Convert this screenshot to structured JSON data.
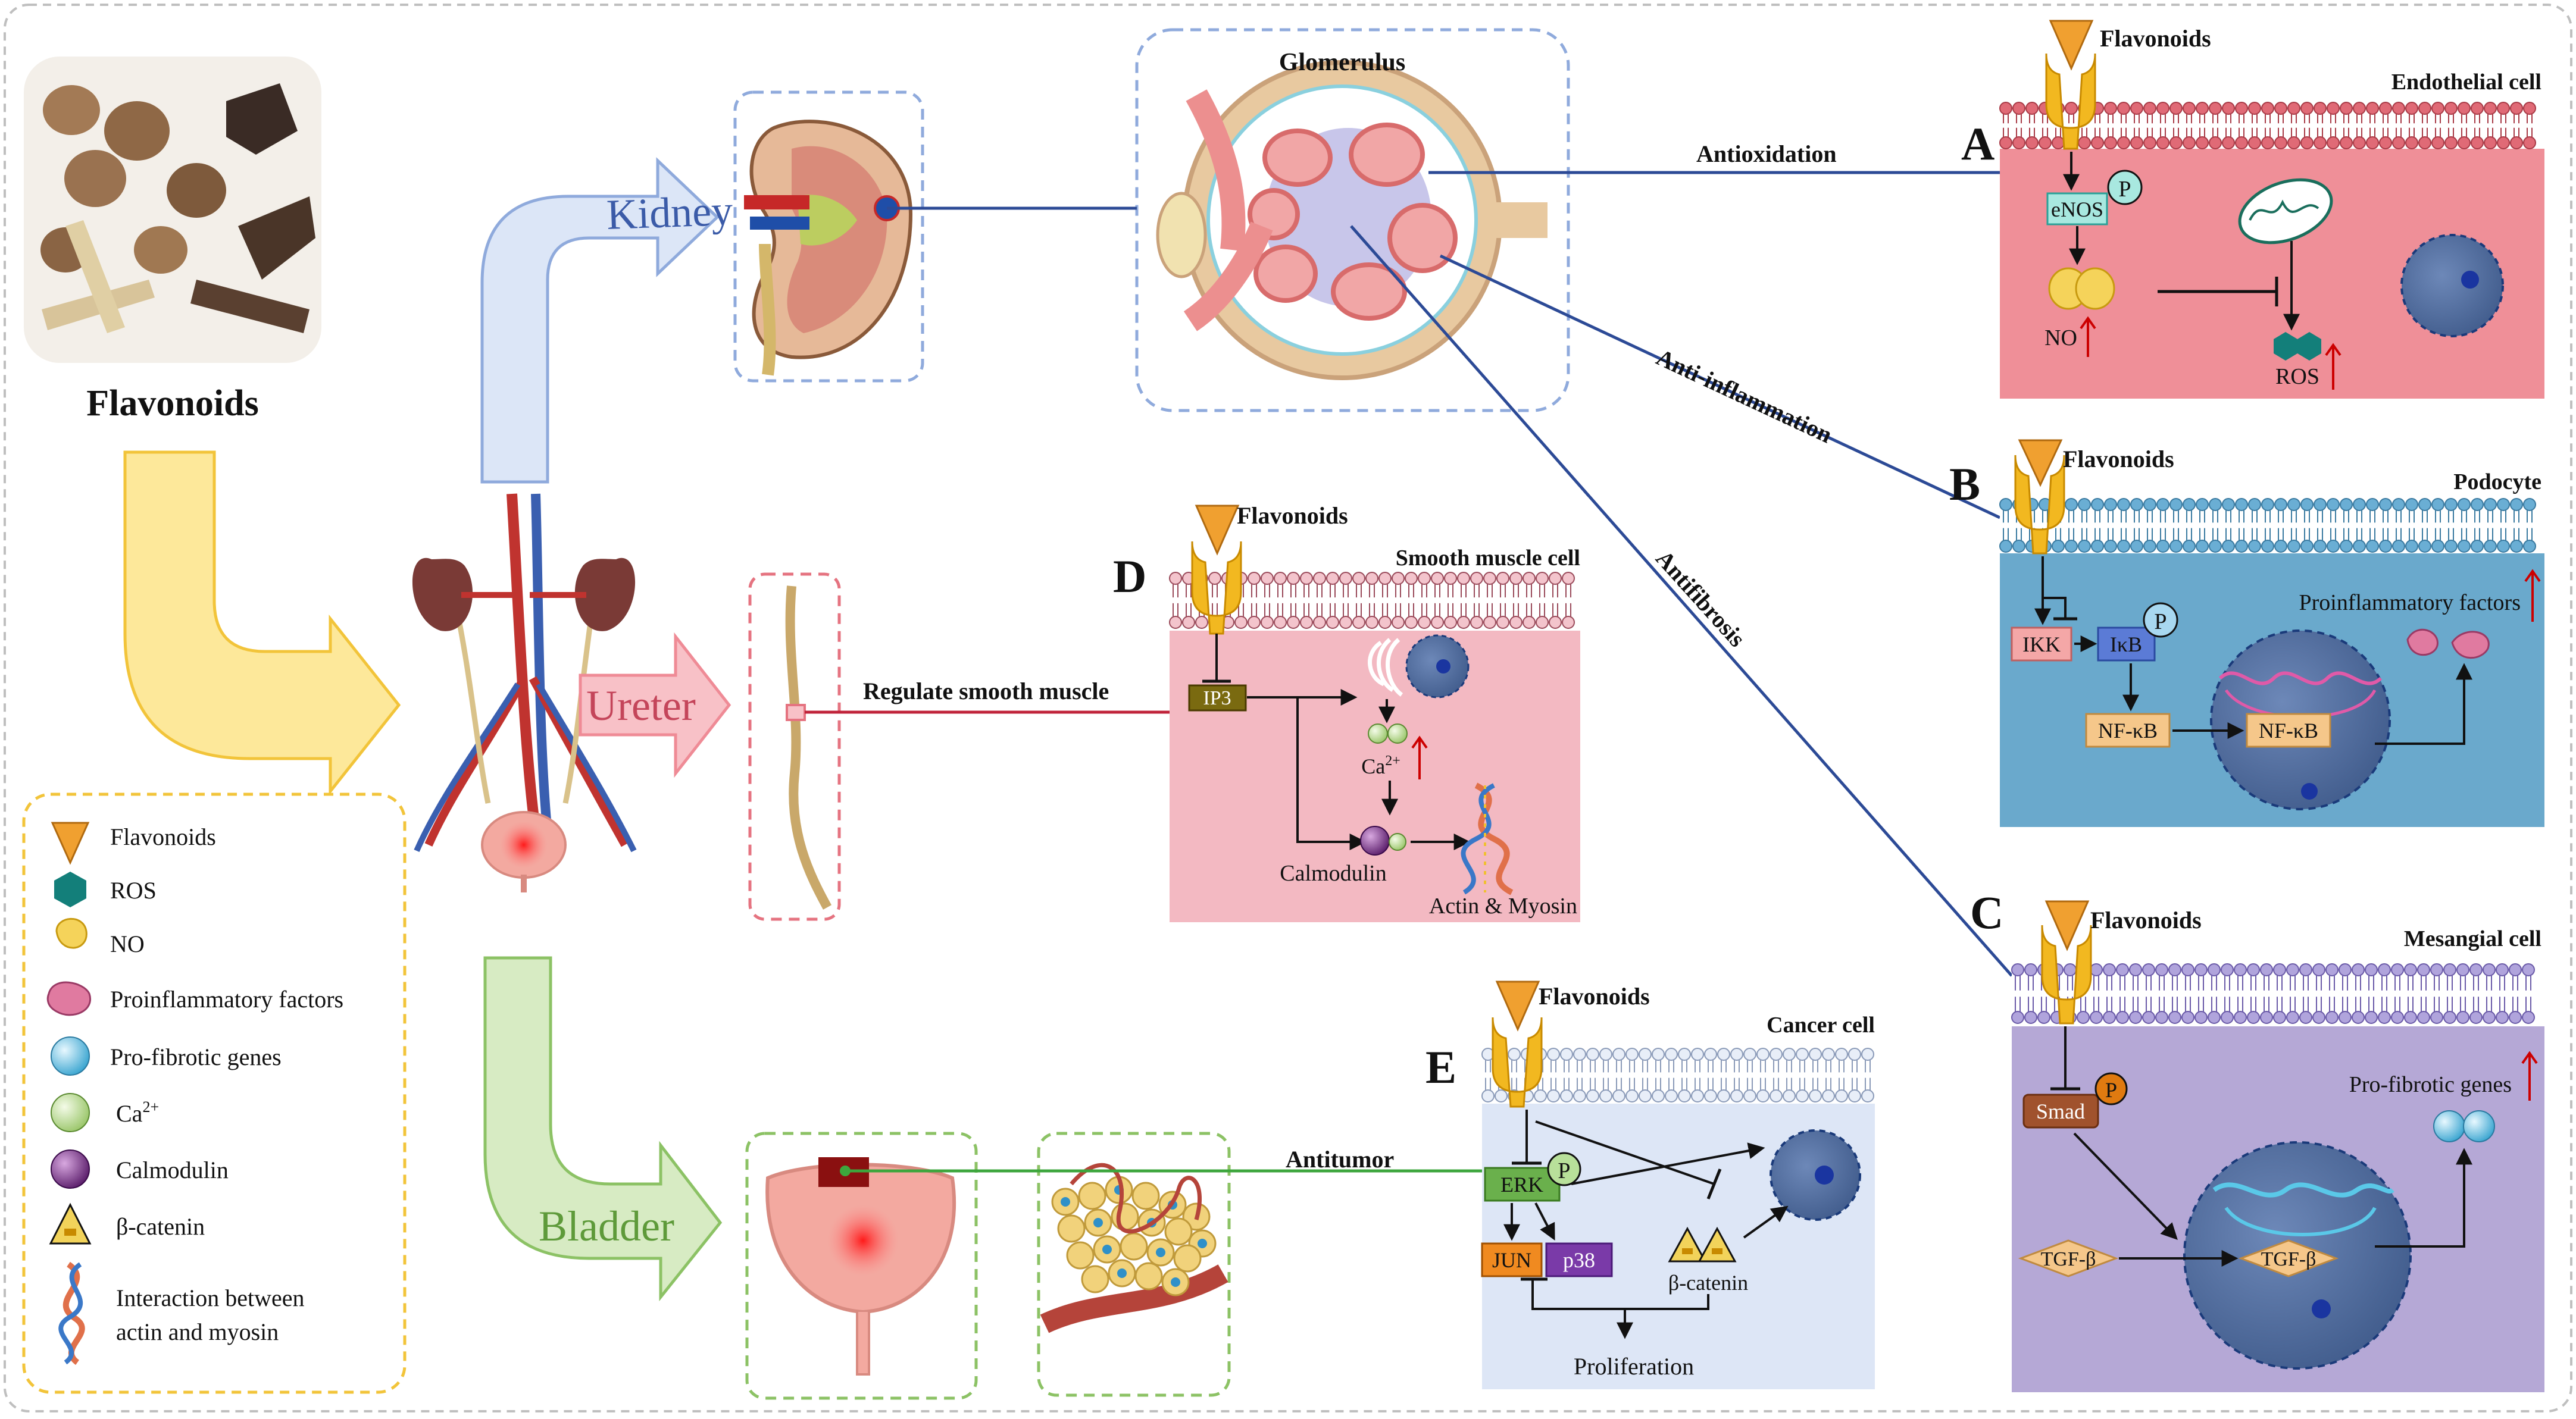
{
  "source_title": "Flavonoids",
  "organs": {
    "kidney": "Kidney",
    "ureter": "Ureter",
    "bladder": "Bladder",
    "glomerulus": "Glomerulus"
  },
  "connections": {
    "antioxidation": "Antioxidation",
    "anti_inflammation": "Anti-inflammation",
    "antifibrosis": "Antifibrosis",
    "regulate_smooth_muscle": "Regulate smooth muscle",
    "antitumor": "Antitumor"
  },
  "panel_a": {
    "letter": "A",
    "cell": "Endothelial cell",
    "ligand": "Flavonoids",
    "enos": "eNOS",
    "p": "P",
    "no": "NO",
    "ros": "ROS",
    "bg_color": "#ef8f98"
  },
  "panel_b": {
    "letter": "B",
    "cell": "Podocyte",
    "ligand": "Flavonoids",
    "ikk": "IKK",
    "ikb": "IκB",
    "p": "P",
    "nfkb": "NF-κB",
    "nfkb_nuc": "NF-κB",
    "factors": "Proinflammatory factors",
    "bg_color": "#6aa9cc"
  },
  "panel_c": {
    "letter": "C",
    "cell": "Mesangial cell",
    "ligand": "Flavonoids",
    "smad": "Smad",
    "p": "P",
    "tgfb": "TGF-β",
    "tgfb_nuc": "TGF-β",
    "genes": "Pro-fibrotic genes",
    "bg_color": "#b5a8d6"
  },
  "panel_d": {
    "letter": "D",
    "cell": "Smooth muscle cell",
    "ligand": "Flavonoids",
    "ip3": "IP3",
    "ca": "Ca",
    "ca_sup": "2+",
    "calmodulin": "Calmodulin",
    "actin": "Actin & Myosin",
    "bg_color": "#f3b9c2"
  },
  "panel_e": {
    "letter": "E",
    "cell": "Cancer cell",
    "ligand": "Flavonoids",
    "erk": "ERK",
    "p": "P",
    "jun": "JUN",
    "p38": "p38",
    "catenin": "β-catenin",
    "proliferation": "Proliferation",
    "bg_color": "#dde6f6"
  },
  "legend": {
    "items": [
      {
        "label": "Flavonoids",
        "icon": "flavonoid-triangle-icon",
        "color": "#f0a030"
      },
      {
        "label": "ROS",
        "icon": "ros-hexagon-icon",
        "color": "#137f7a"
      },
      {
        "label": "NO",
        "icon": "no-blob-icon",
        "color": "#f5d35a"
      },
      {
        "label": "Proinflammatory factors",
        "icon": "proinflammatory-blob-icon",
        "color": "#e07aa0"
      },
      {
        "label": "Pro-fibrotic genes",
        "icon": "pro-fibrotic-sphere-icon",
        "color": "#59b6d8"
      },
      {
        "label": "Ca",
        "sup": "2+",
        "icon": "calcium-sphere-icon",
        "color": "#b8d88a"
      },
      {
        "label": "Calmodulin",
        "icon": "calmodulin-sphere-icon",
        "color": "#7b2d8b"
      },
      {
        "label": "β-catenin",
        "icon": "beta-catenin-triangle-icon",
        "color": "#f2d35a"
      },
      {
        "label": "Interaction between",
        "label2": "actin and myosin",
        "icon": "actin-myosin-helix-icon",
        "color": "#e0704a"
      }
    ]
  }
}
